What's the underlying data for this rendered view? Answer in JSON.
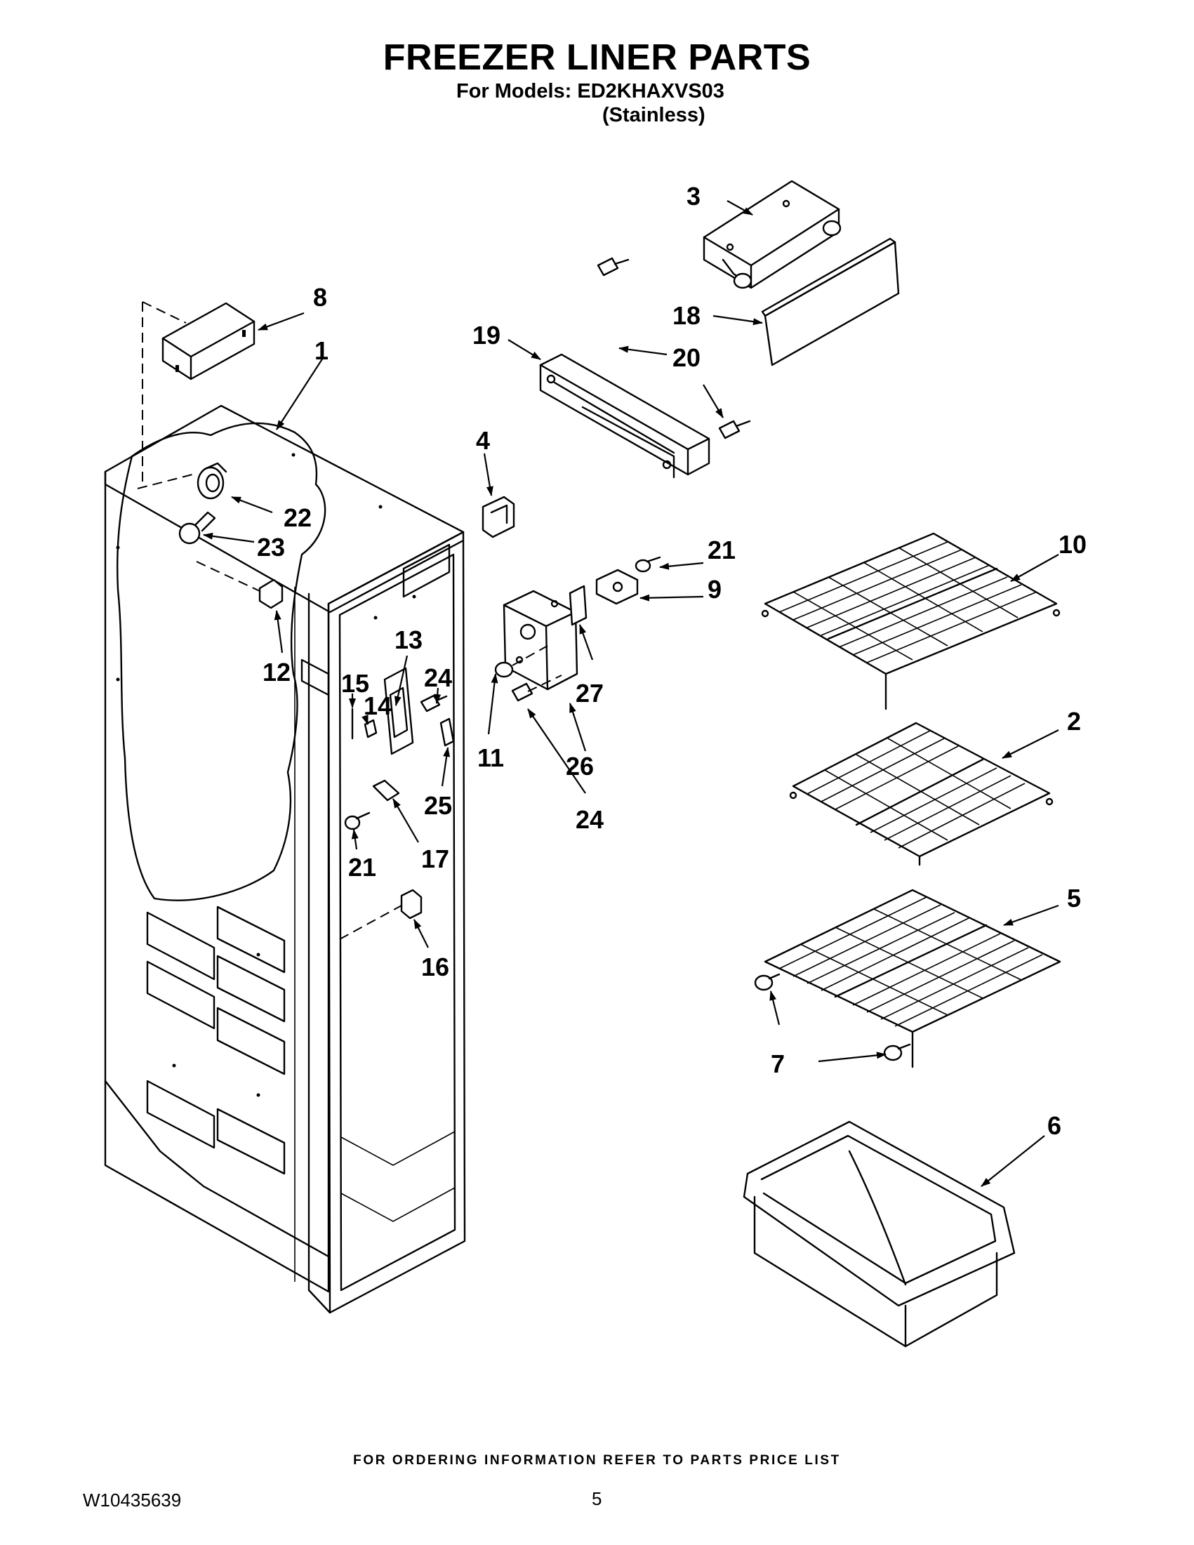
{
  "header": {
    "title": "FREEZER LINER PARTS",
    "models": "For Models: ED2KHAXVS03",
    "variant": "(Stainless)"
  },
  "callouts": {
    "p1": "1",
    "p2": "2",
    "p3": "3",
    "p4": "4",
    "p5": "5",
    "p6": "6",
    "p7": "7",
    "p8": "8",
    "p9": "9",
    "p10": "10",
    "p11": "11",
    "p12": "12",
    "p13": "13",
    "p14": "14",
    "p15": "15",
    "p16": "16",
    "p17": "17",
    "p18": "18",
    "p19": "19",
    "p20": "20",
    "p21a": "21",
    "p21b": "21",
    "p22": "22",
    "p23": "23",
    "p24a": "24",
    "p24b": "24",
    "p25": "25",
    "p26": "26",
    "p27": "27"
  },
  "footer": {
    "note": "FOR ORDERING INFORMATION REFER TO PARTS PRICE LIST",
    "doc_number": "W10435639",
    "page_number": "5"
  }
}
